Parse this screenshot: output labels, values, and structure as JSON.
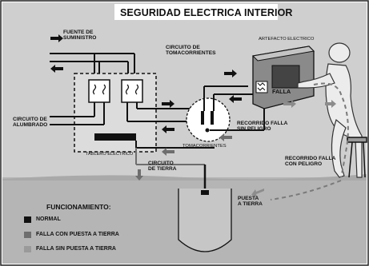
{
  "title": "SEGURIDAD ELECTRICA INTERIOR",
  "labels": {
    "fuente": [
      "FUENTE DE",
      "SUMINISTRO"
    ],
    "circuito_tomacorrientes": [
      "CIRCUITO  DE",
      "TOMACORRIENTES"
    ],
    "artefacto": "ARTEFACTO ELECTRICO",
    "falla": "FALLA",
    "circuito_alumbrado": [
      "CIRCUITO DE",
      "ALUMBRADO"
    ],
    "recorrido_sin_peligro": [
      "RECORRIDO FALLA",
      "SIN PELIGRO"
    ],
    "tomacorrientes": "TOMACORRIENTES",
    "tablero": "TABLERO ELECTRICO",
    "circuito_tierra": [
      "CIRCUITO",
      "DE TIERRA"
    ],
    "recorrido_con_peligro": [
      "RECORRIDO FALLA",
      "CON PELIGRO"
    ],
    "puesta_tierra": [
      "PUESTA",
      "A TIERRA"
    ]
  },
  "legend": {
    "heading": "FUNCIONAMIENTO:",
    "items": [
      {
        "label": "NORMAL",
        "color": "#111111"
      },
      {
        "label": "FALLA CON PUESTA A TIERRA",
        "color": "#6e6e6e"
      },
      {
        "label": "FALLA SIN PUESTA A TIERRA",
        "color": "#9a9a9a"
      }
    ]
  },
  "colors": {
    "wall": "#c9c9c9",
    "ground": "#b2b2b2",
    "line": "#111111",
    "panel": "#e6e6e6"
  }
}
